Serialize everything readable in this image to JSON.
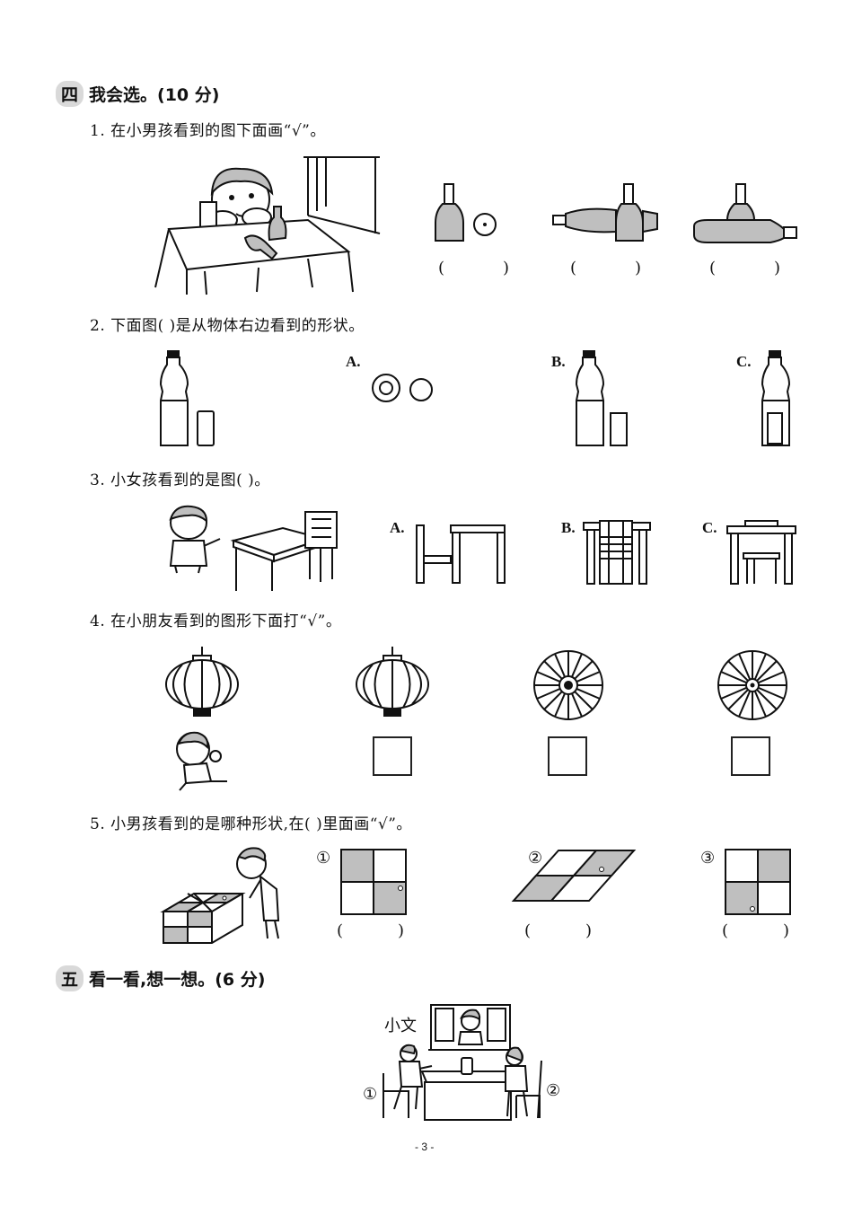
{
  "section4": {
    "badge": "四",
    "title": "我会选。(10 分)",
    "q1": {
      "text": "1. 在小男孩看到的图下面画“√”。",
      "parens": [
        "(",
        ")",
        "(",
        ")",
        "(",
        ")"
      ]
    },
    "q2": {
      "text": "2. 下面图(            )是从物体右边看到的形状。",
      "options": [
        "A.",
        "B.",
        "C."
      ]
    },
    "q3": {
      "text": "3. 小女孩看到的是图(          )。",
      "options": [
        "A.",
        "B.",
        "C."
      ]
    },
    "q4": {
      "text": "4. 在小朋友看到的图形下面打“√”。"
    },
    "q5": {
      "text": "5. 小男孩看到的是哪种形状,在(        )里面画“√”。",
      "labels": [
        "①",
        "②",
        "③"
      ],
      "parens": [
        "(",
        ")",
        "(",
        ")",
        "(",
        ")"
      ]
    }
  },
  "section5": {
    "badge": "五",
    "title": "看一看,想一想。(6 分)",
    "name_label": "小文",
    "labels": [
      "①",
      "②"
    ]
  },
  "page_number": "- 3 -"
}
